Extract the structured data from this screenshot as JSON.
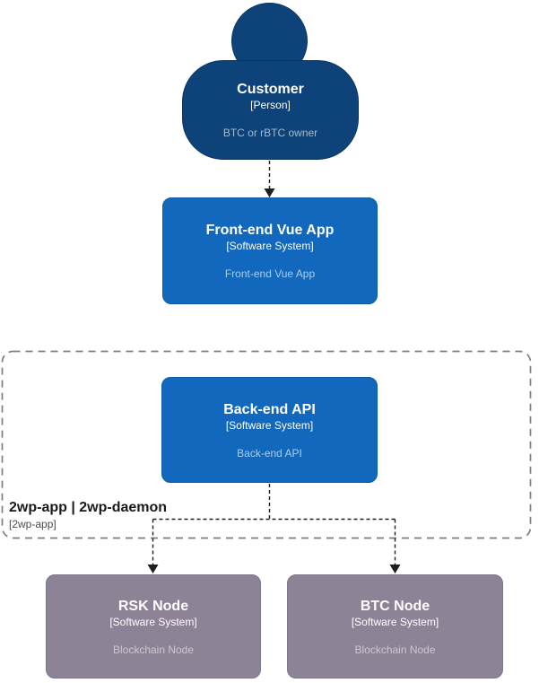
{
  "diagram": {
    "nodes": {
      "customer": {
        "name": "Customer",
        "meta": "[Person]",
        "description": "BTC or rBTC owner"
      },
      "frontend": {
        "name": "Front-end Vue App",
        "meta": "[Software System]",
        "description": "Front-end Vue App"
      },
      "backend": {
        "name": "Back-end API",
        "meta": "[Software System]",
        "description": "Back-end API"
      },
      "rsk": {
        "name": "RSK Node",
        "meta": "[Software System]",
        "description": "Blockchain Node"
      },
      "btc": {
        "name": "BTC Node",
        "meta": "[Software System]",
        "description": "Blockchain Node"
      }
    },
    "boundary": {
      "name": "2wp-app | 2wp-daemon",
      "meta": "[2wp-app]"
    },
    "relationships": [
      {
        "from": "Customer",
        "to": "Front-end Vue App",
        "style": "dashed-arrow"
      },
      {
        "from": "Back-end API",
        "to": "RSK Node",
        "style": "dashed-arrow"
      },
      {
        "from": "Back-end API",
        "to": "BTC Node",
        "style": "dashed-arrow"
      }
    ],
    "colors": {
      "person_fill": "#0d4378",
      "system_fill": "#1168bd",
      "node_fill": "#8c8496",
      "boundary_border": "#7f7f7f",
      "connector": "#1f1f1f"
    }
  }
}
